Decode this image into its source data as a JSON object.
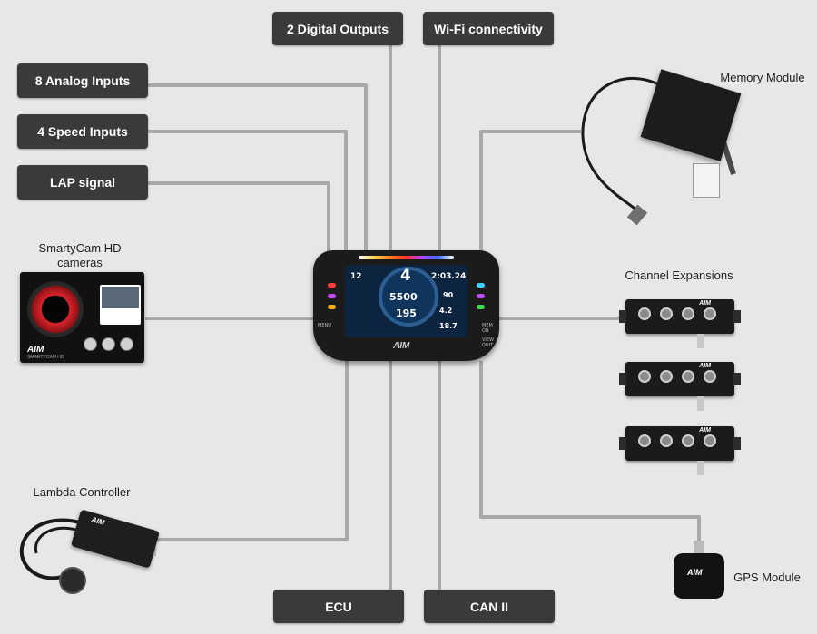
{
  "labels": {
    "digital_outputs": "2 Digital Outputs",
    "wifi": "Wi-Fi connectivity",
    "analog_inputs": "8 Analog Inputs",
    "speed_inputs": "4 Speed Inputs",
    "lap_signal": "LAP signal",
    "ecu": "ECU",
    "can2": "CAN II"
  },
  "captions": {
    "memory_module": "Memory Module",
    "smartycam": "SmartyCam HD\ncameras",
    "channel_expansions": "Channel Expansions",
    "lambda_controller": "Lambda Controller",
    "gps_module": "GPS Module"
  },
  "dashboard": {
    "gear": "4",
    "rpm": "5500",
    "speed": "195",
    "lap_number": "12",
    "lap_time": "2:03.24",
    "water_temp": "90",
    "oil_press": "4.2",
    "voltage": "18.7",
    "left_button": "MENU",
    "right_button_top": "MEM ON",
    "right_button_bottom": "VIEW QUIT",
    "brand": "AIM"
  },
  "brands": {
    "camera_brand": "AIM",
    "camera_model": "SMARTYCAM HD",
    "expansion_brand": "AIM",
    "lambda_brand": "AIM",
    "gps_brand": "AIM"
  },
  "colors": {
    "background": "#e7e7e7",
    "label_box": "#3a3a3a",
    "wire": "#a9a9a9",
    "lens_red": "#d8232a"
  }
}
